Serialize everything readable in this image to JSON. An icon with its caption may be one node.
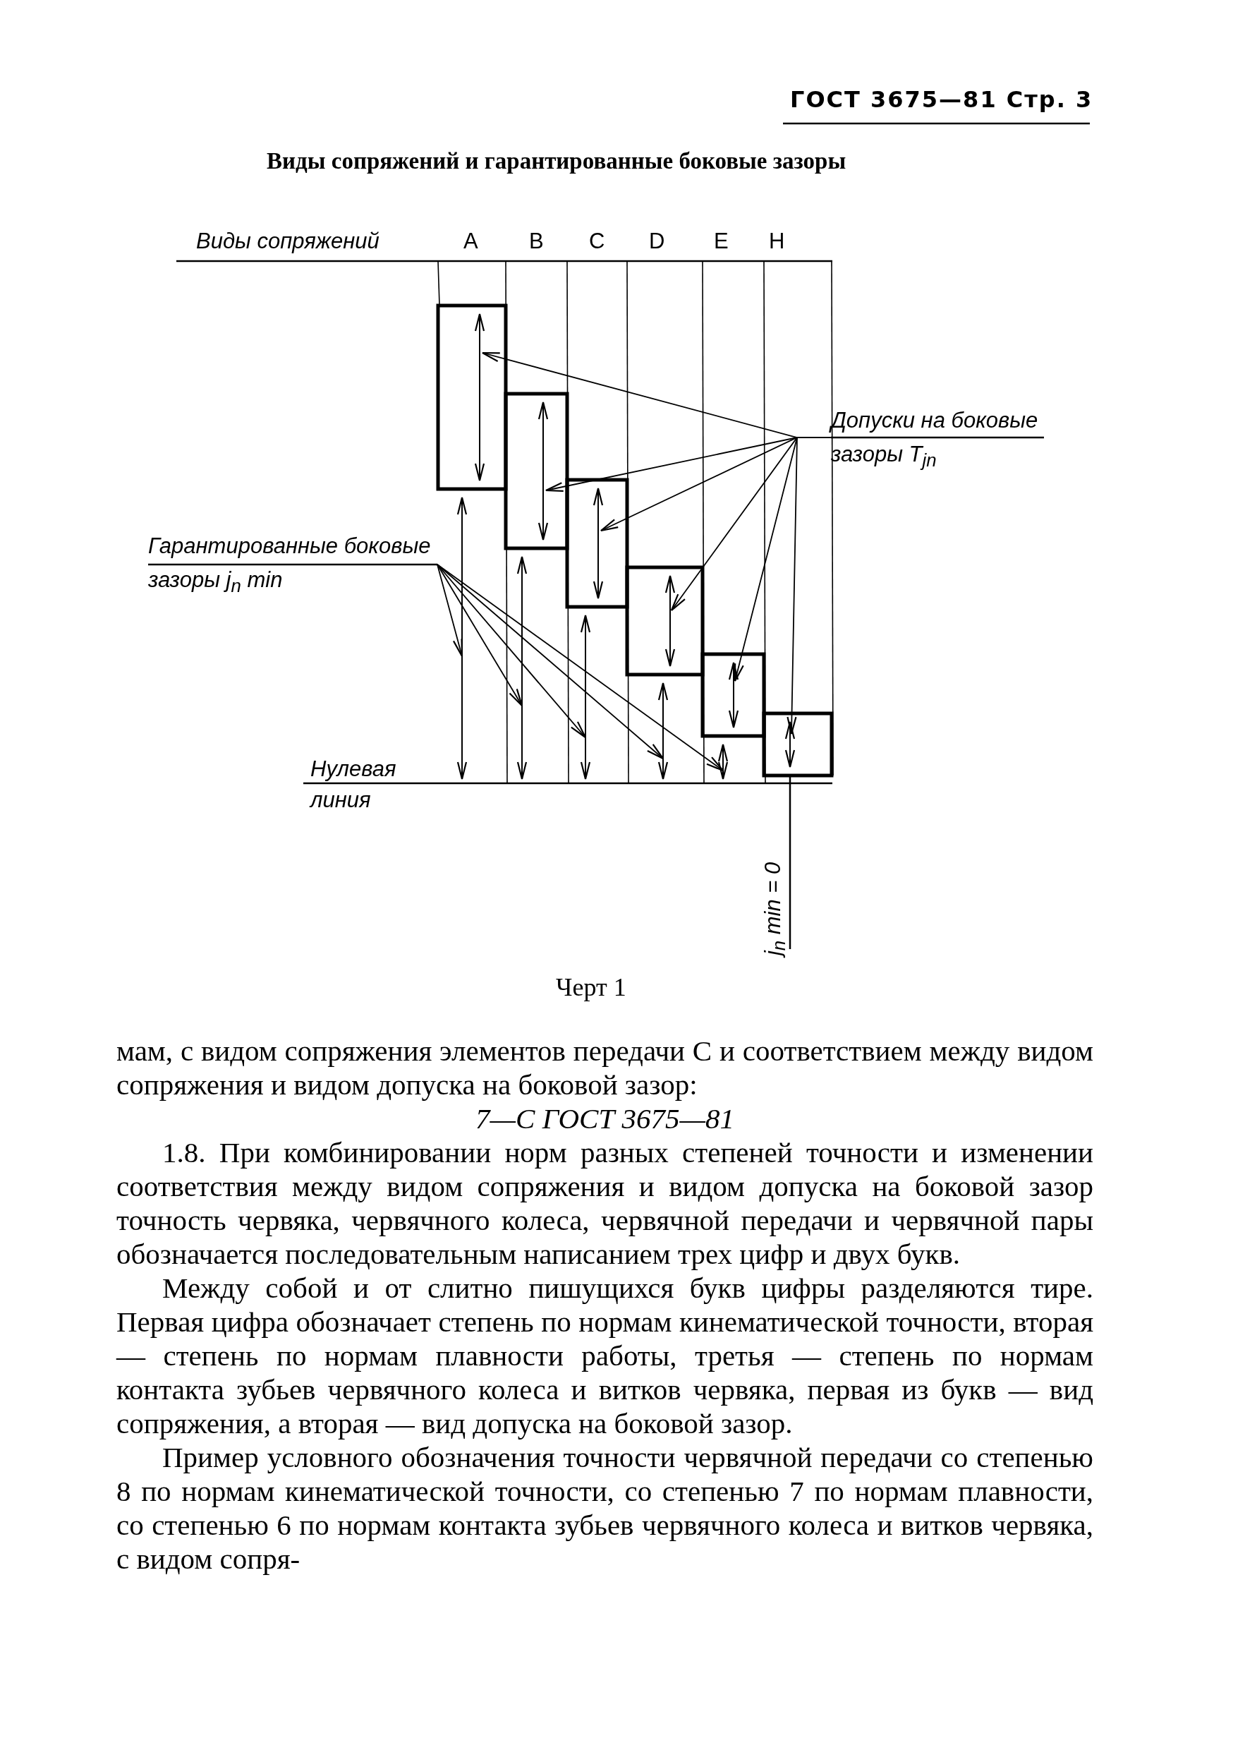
{
  "diagram": {
    "title": "Виды сопряжений и гарантированные боковые зазоры",
    "caption": "Черт 1",
    "nodes": [
      {
        "text": [
          "Допуски на боковые зазоры T$_{jn}$"
        ]
      },
      {
        "text": [],
        "shape": "box"
      },
      {
        "text": [],
        "shape": "box"
      },
      {
        "text": [],
        "shape": "box"
      },
      {
        "text": [],
        "shape": "box"
      },
      {
        "text": [],
        "shape": "box"
      },
      {
        "text": [],
        "shape": "box"
      },
      {
        "text": [
          "Гарантированные боковые зазоры j$_{n}$ min"
        ]
      },
      {
        "text": [],
        "shape": "arrow"
      },
      {
        "text": [],
        "shape": "arrow"
      },
      {
        "text": [],
        "shape": "arrow"
      },
      {
        "text": [],
        "shape": "arrow"
      },
      {
        "text": [],
        "shape": "arrow"
      }
    ],
    "edges": [
      {
        "from": 0,
        "to": 1,
        "arrow": "to"
      },
      {
        "from": 0,
        "to": 2,
        "arrow": "to"
      },
      {
        "from": 0,
        "to": 3,
        "arrow": "to"
      },
      {
        "from": 0,
        "to": 4,
        "arrow": "to"
      },
      {
        "from": 0,
        "to": 5,
        "arrow": "to"
      },
      {
        "from": 0,
        "to": 6,
        "arrow": "to"
      },
      {
        "from": 7,
        "to": 8,
        "arrow": "to"
      },
      {
        "from": 7,
        "to": 9,
        "arrow": "to"
      },
      {
        "from": 7,
        "to": 10,
        "arrow": "to"
      },
      {
        "from": 7,
        "to": 11,
        "arrow": "to"
      },
      {
        "from": 7,
        "to": 12,
        "arrow": "to"
      }
    ],
    "labels": [
      "ГОСТ 3675—81 Стр. 3",
      "Виды сопряжений",
      "A",
      "B",
      "C",
      "D",
      "E",
      "H",
      "Нулевая линия",
      "j$_{n}$ min = 0",
      "мам, с видом сопряжения элементов передачи C и соответствием между видом сопряжения и видом допуска на боковой зазор:",
      "7—C ГОСТ 3675—81",
      "1.8. При комбинировании норм разных степеней точности и изменении соответствия между видом сопряжения и видом допуска на боковой зазор точность червяка, червячного колеса, червячной передачи и червячной пары обозначается последовательным написанием трех цифр и двух букв.",
      "Между собой и от слитно пишущихся букв цифры разделяются тире. Первая цифра обозначает степень по нормам кинематической точности, вторая — степень по нормам плавности работы, третья — степень по нормам контакта зубьев червячного колеса и витков червяка, первая из букв — вид сопряжения, а вторая — вид допуска на боковой зазор.",
      "Пример условного обозначения точности червячной передачи со степенью 8 по нормам кинематической точности, со степенью 7 по нормам плавности, со степенью 6 по нормам контакта зубьев червячного колеса и витков червяка, с видом сопря-"
    ]
  }
}
